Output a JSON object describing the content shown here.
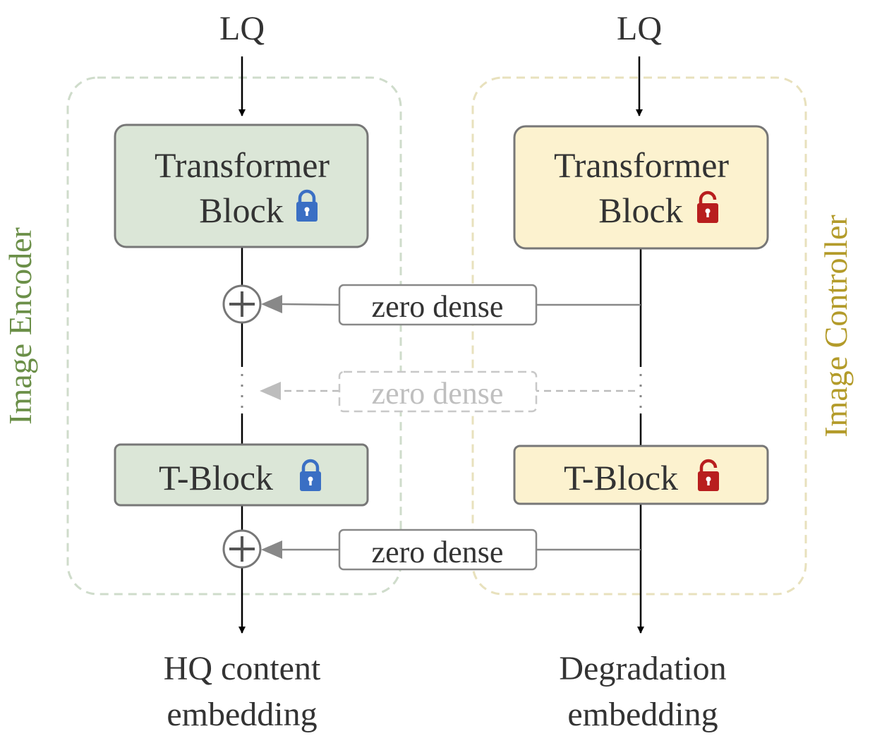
{
  "left_column": {
    "input_label": "LQ",
    "group_label": "Image Encoder",
    "block_top_line1": "Transformer",
    "block_top_line2": "Block",
    "block_top_lock": "locked",
    "block_bottom": "T-Block",
    "block_bottom_lock": "locked",
    "output_line1": "HQ content",
    "output_line2": "embedding"
  },
  "right_column": {
    "input_label": "LQ",
    "group_label": "Image Controller",
    "block_top_line1": "Transformer",
    "block_top_line2": "Block",
    "block_top_lock": "unlocked",
    "block_bottom": "T-Block",
    "block_bottom_lock": "unlocked",
    "output_line1": "Degradation",
    "output_line2": "embedding"
  },
  "connectors": {
    "top": "zero dense",
    "middle": "zero dense",
    "bottom": "zero dense"
  },
  "colors": {
    "encoder_fill": "#dbe6d7",
    "encoder_group": "#c9d8c4",
    "encoder_label": "#6b8f48",
    "controller_fill": "#fcf2cf",
    "controller_group": "#e6dfb5",
    "controller_label": "#b39b2a",
    "lock_locked": "#3a6fc4",
    "lock_unlocked": "#b81e1e"
  }
}
